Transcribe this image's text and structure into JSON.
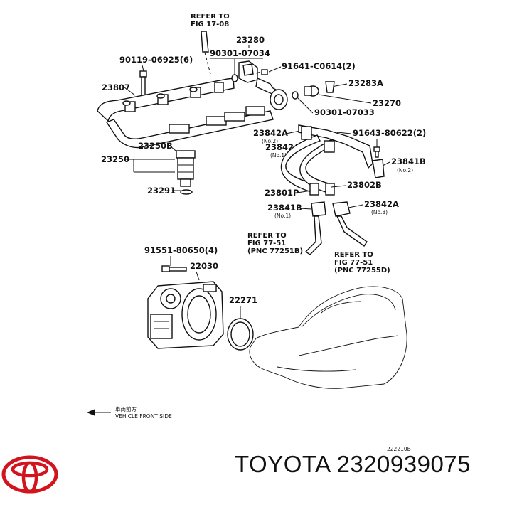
{
  "refer_top": [
    "REFER TO",
    "FIG 17-08"
  ],
  "parts": {
    "p23280": "23280",
    "p90301a": "90301-07034",
    "p90119": "90119-06925(6)",
    "p91641": "91641-C0614(2)",
    "p23807": "23807",
    "p23283A": "23283A",
    "p23270": "23270",
    "p90301b": "90301-07033",
    "p23842A_1": "23842A",
    "p23842A_2": "23842A",
    "p91643": "91643-80622(2)",
    "p23250B": "23250B",
    "p23250": "23250",
    "p23841B_1": "23841B",
    "p23291": "23291",
    "p23801P": "23801P",
    "p23802B": "23802B",
    "p23841B_2": "23841B",
    "p23842A_3": "23842A",
    "p91551": "91551-80650(4)",
    "p22030": "22030",
    "p22271": "22271"
  },
  "tags": {
    "no2_a": "(No.2)",
    "no1_a": "(No.1)",
    "no2_b": "(No.2)",
    "no1_b": "(No.1)",
    "no3": "(No.3)"
  },
  "refer_mid1": [
    "REFER TO",
    "FIG 77-51",
    "(PNC 77251B)"
  ],
  "refer_mid2": [
    "REFER TO",
    "FIG 77-51",
    "(PNC 77255D)"
  ],
  "front_jp": "車両前方",
  "front_en": "VEHICLE FRONT SIDE",
  "figure_code": "222210B",
  "brand_line": "TOYOTA 2320939075",
  "brand_color": "#d2141e",
  "logo": "toyota-emblem-icon"
}
